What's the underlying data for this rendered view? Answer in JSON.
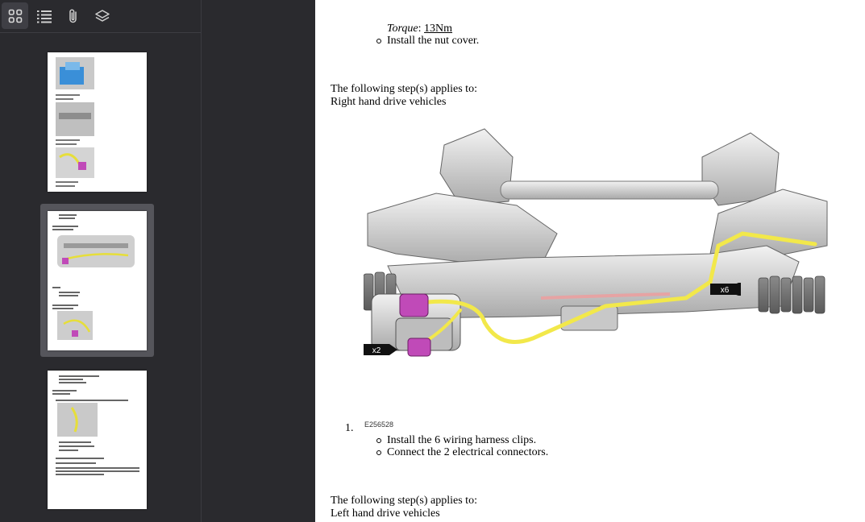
{
  "sidebar": {
    "toolbar": [
      {
        "name": "thumbnails-view-button",
        "icon": "grid-icon",
        "active": true
      },
      {
        "name": "outline-view-button",
        "icon": "list-icon",
        "active": false
      },
      {
        "name": "attachments-view-button",
        "icon": "paperclip-icon",
        "active": false
      },
      {
        "name": "layers-view-button",
        "icon": "layers-icon",
        "active": false
      }
    ],
    "thumbnails": [
      {
        "page": 1,
        "selected": false
      },
      {
        "page": 2,
        "selected": true
      },
      {
        "page": 3,
        "selected": false
      }
    ]
  },
  "document": {
    "torque_label": "Torque",
    "torque_sep": ": ",
    "torque_value": "13Nm",
    "install_nut_cover": "Install the nut cover.",
    "applies_heading_1": "The following step(s) applies to:",
    "applies_target_1": "Right hand drive vehicles",
    "figure_code": "E256528",
    "figure_callout_1": "x6",
    "figure_callout_2": "x2",
    "step_number": "1.",
    "step_bullets": [
      "Install the 6 wiring harness clips.",
      "Connect the 2 electrical connectors."
    ],
    "applies_heading_2": "The following step(s) applies to:",
    "applies_target_2": "Left hand drive vehicles"
  },
  "colors": {
    "sidebar_bg": "#2a2a2e",
    "harness": "#f2e84a",
    "connector": "#c04ab8",
    "pipe": "#e6a3a3"
  }
}
